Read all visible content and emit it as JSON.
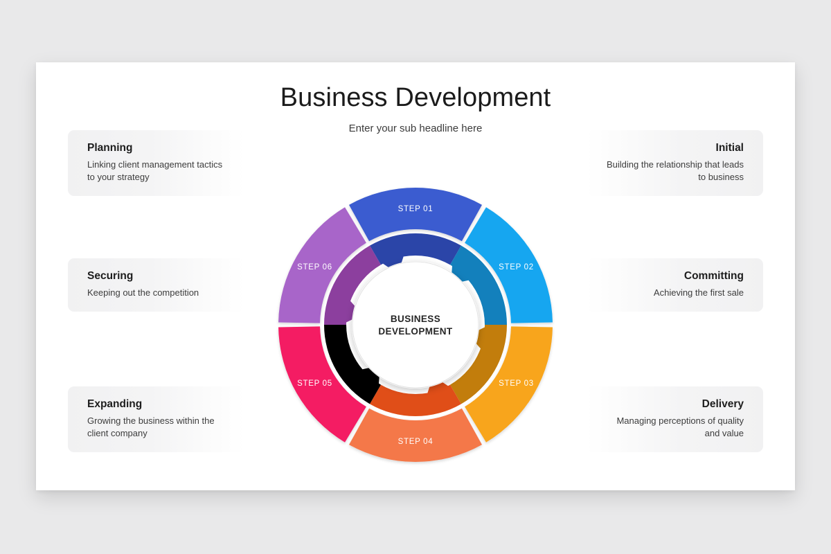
{
  "header": {
    "title": "Business Development",
    "subtitle": "Enter your sub headline here"
  },
  "wheel": {
    "hub_line_1": "BUSINESS",
    "hub_line_2": "DEVELOPMENT",
    "segments": [
      {
        "step_label": "STEP 01",
        "color": "#3b5cd0",
        "inner_color": "#2b45a8",
        "position": "top"
      },
      {
        "step_label": "STEP 02",
        "color": "#16a6f0",
        "inner_color": "#1380bc",
        "position": "top-right"
      },
      {
        "step_label": "STEP 03",
        "color": "#f8a51b",
        "inner_color": "#c27d0c",
        "position": "bottom-right"
      },
      {
        "step_label": "STEP 04",
        "color": "#f4784a",
        "inner_color": "#e04e18",
        "position": "bottom"
      },
      {
        "step_label": "STEP 05",
        "color": "#f41b63",
        "inner_color": "#b40c४4",
        "position": "bottom-left"
      },
      {
        "step_label": "STEP 06",
        "color": "#a865c9",
        "inner_color": "#8c3f9e",
        "position": "top-left"
      }
    ]
  },
  "cards": {
    "left": [
      {
        "title": "Planning",
        "desc": "Linking client management tactics to your strategy"
      },
      {
        "title": "Securing",
        "desc": "Keeping out the competition"
      },
      {
        "title": "Expanding",
        "desc": "Growing the business within the client company"
      }
    ],
    "right": [
      {
        "title": "Initial",
        "desc": "Building the relationship that leads to business"
      },
      {
        "title": "Committing",
        "desc": "Achieving the first sale"
      },
      {
        "title": "Delivery",
        "desc": "Managing perceptions of quality and value"
      }
    ]
  },
  "colors": {
    "background": "#e9e9ea",
    "slide": "#ffffff",
    "title_text": "#1b1b1b",
    "card_text": "#3c3c3c"
  }
}
